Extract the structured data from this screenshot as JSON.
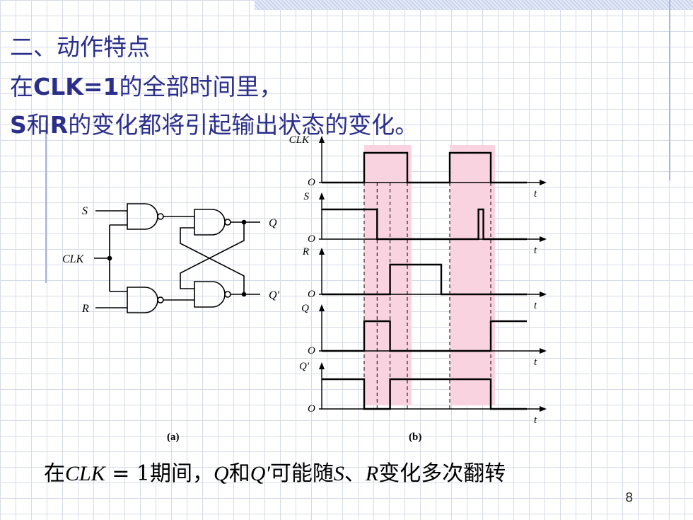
{
  "heading": {
    "text": "二、动作特点"
  },
  "line2": {
    "part1": "在",
    "bold": "CLK=1",
    "part2": "的全部时间里，"
  },
  "line3": {
    "bold1": "S",
    "part1": "和",
    "bold2": "R",
    "part2": "的变化都将引起输出状态的变化。"
  },
  "circuit": {
    "label_s": "S",
    "label_clk": "CLK",
    "label_r": "R",
    "label_q": "Q",
    "label_qn": "Q'",
    "caption": "(a)"
  },
  "timing": {
    "caption": "(b)",
    "origin_label": "O",
    "time_label": "t",
    "signals": [
      {
        "name": "CLK",
        "transitions": [
          [
            0,
            0
          ],
          [
            1,
            1
          ],
          [
            2,
            0
          ],
          [
            3,
            1
          ],
          [
            4,
            0
          ]
        ]
      },
      {
        "name": "S",
        "transitions": [
          [
            0,
            1
          ],
          [
            1.3,
            0
          ],
          [
            3.7,
            1
          ],
          [
            3.82,
            0
          ]
        ]
      },
      {
        "name": "R",
        "transitions": [
          [
            0,
            0
          ],
          [
            1.6,
            1
          ],
          [
            2.8,
            0
          ]
        ]
      },
      {
        "name": "Q",
        "transitions": [
          [
            0,
            0
          ],
          [
            1,
            1
          ],
          [
            1.6,
            0
          ],
          [
            4,
            1
          ]
        ]
      },
      {
        "name": "Q'",
        "transitions": [
          [
            0,
            1
          ],
          [
            1,
            0
          ],
          [
            1.6,
            1
          ],
          [
            4,
            0
          ]
        ]
      }
    ],
    "highlight_intervals": [
      [
        1,
        2
      ],
      [
        3,
        4
      ]
    ],
    "highlight_color": "#f9d4e0"
  },
  "caption": {
    "part1": "在",
    "clk": "CLK",
    "eq": " = 1",
    "part2": "期间，",
    "q": "Q",
    "and": "和",
    "qn": "Q′",
    "part3": "可能随",
    "s": "S",
    "sep": "、",
    "r": "R",
    "part4": "变化多次翻转"
  },
  "page_number": "8"
}
